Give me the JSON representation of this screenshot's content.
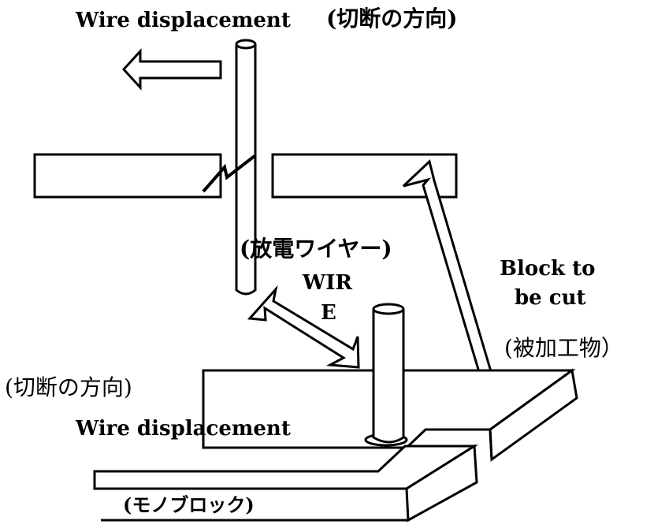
{
  "labels": {
    "top_wire_displacement": "Wire displacement",
    "top_cut_direction": "(切断の方向)",
    "wire_jp": "(放電ワイヤー)",
    "wire_en_line1": "WIR",
    "wire_en_line2": "E",
    "block_en_line1": "Block to",
    "block_en_line2": "be cut",
    "block_jp": "(被加工物）",
    "bottom_cut_direction": "(切断の方向)",
    "bottom_wire_displacement": "Wire displacement",
    "monoblock_jp": "(モノブロック)"
  },
  "colors": {
    "ink": "#000000",
    "fill": "#ffffff"
  }
}
